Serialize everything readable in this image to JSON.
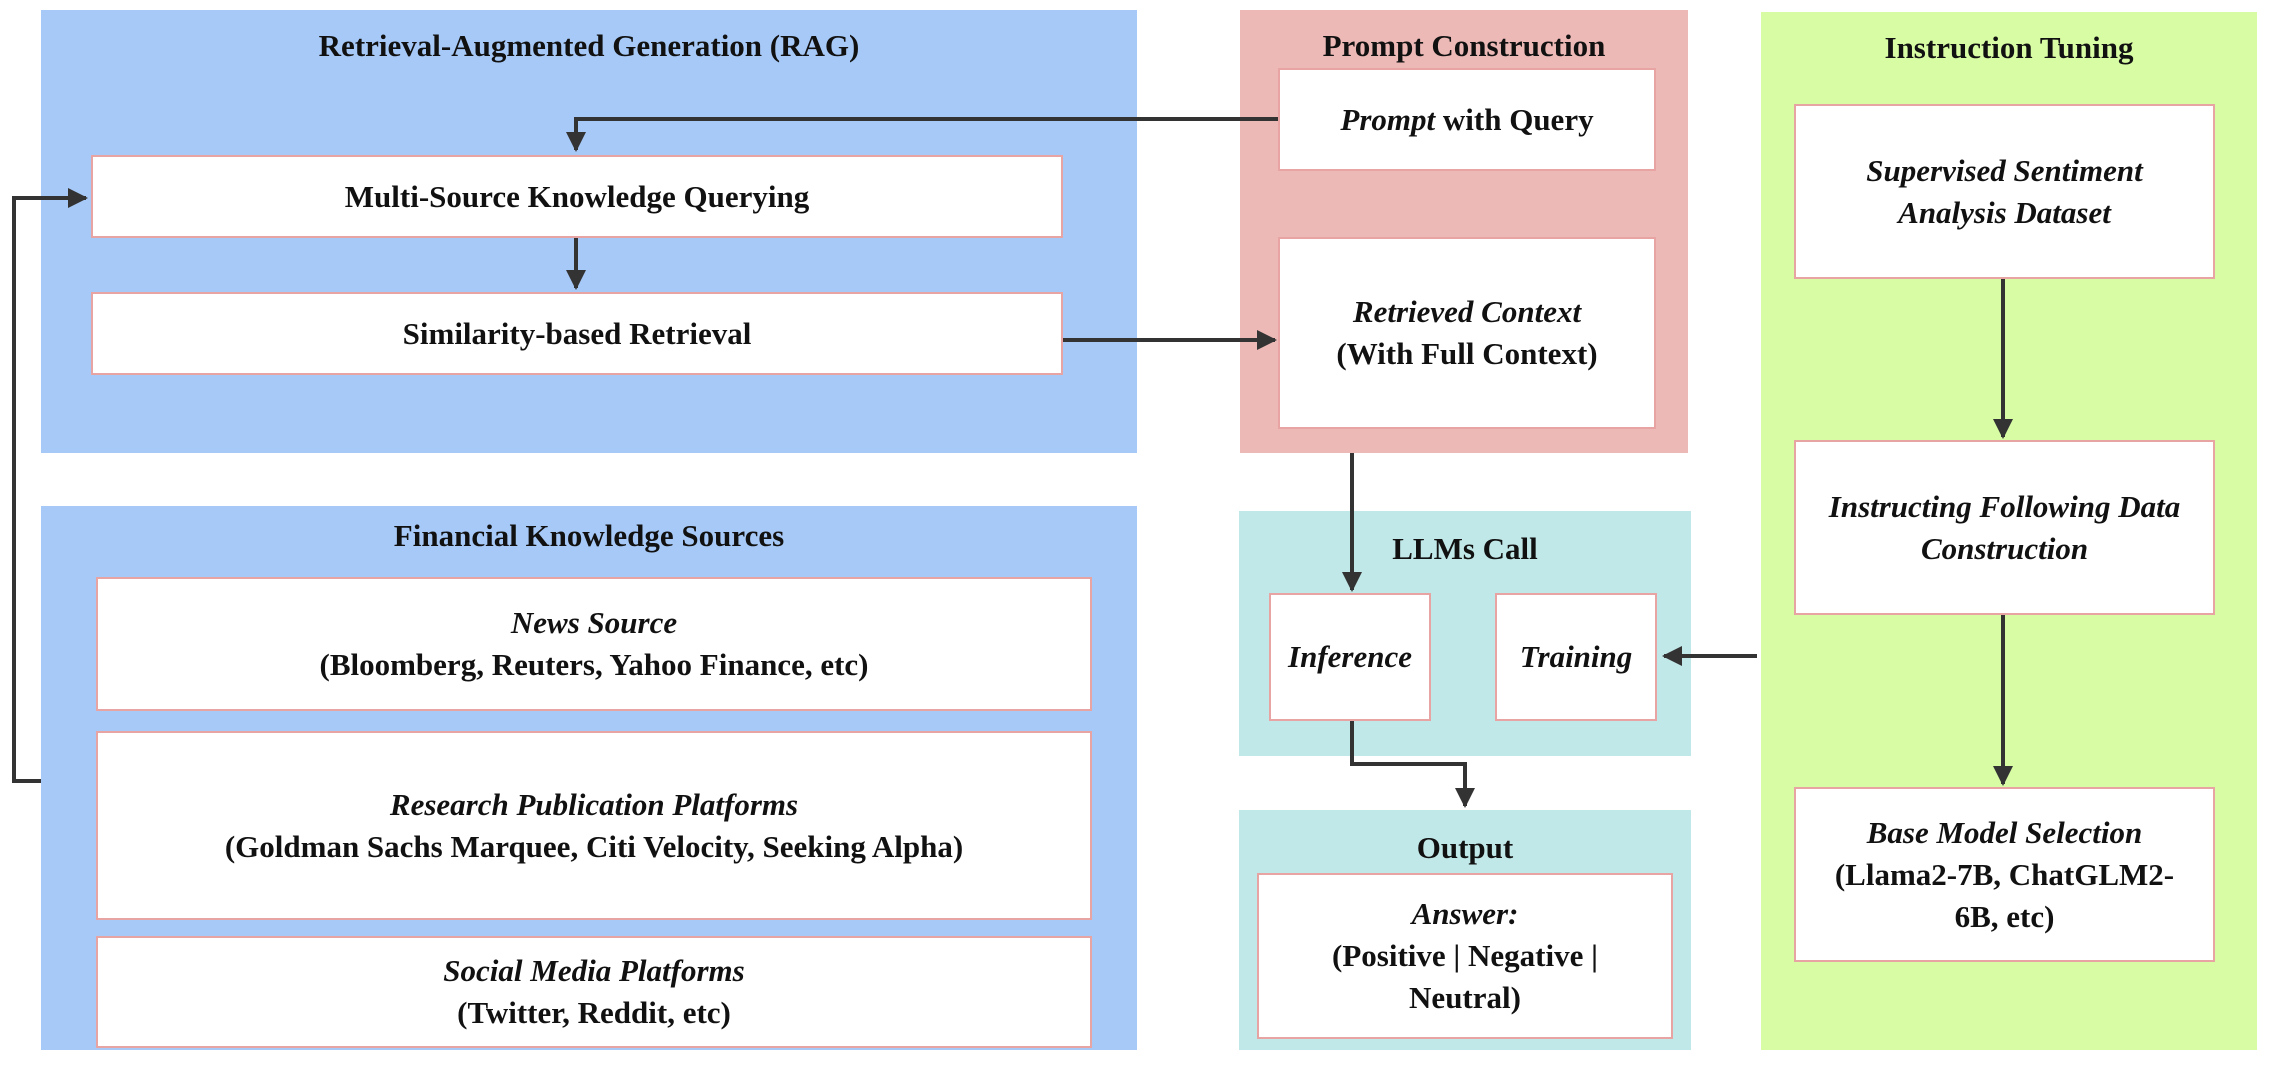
{
  "rag": {
    "title": "Retrieval-Augmented Generation (RAG)",
    "multi_source": "Multi-Source Knowledge Querying",
    "similarity": "Similarity-based Retrieval"
  },
  "sources": {
    "title": "Financial Knowledge Sources",
    "news_title": "News Source",
    "news_detail": "(Bloomberg, Reuters, Yahoo Finance, etc)",
    "research_title": "Research Publication Platforms",
    "research_detail": "(Goldman Sachs Marquee, Citi Velocity, Seeking Alpha)",
    "social_title": "Social Media Platforms",
    "social_detail": "(Twitter, Reddit, etc)"
  },
  "prompt": {
    "title": "Prompt Construction",
    "prompt_word": "Prompt",
    "with_query": " with Query",
    "retrieved_title": "Retrieved Context",
    "retrieved_detail": "(With Full Context)"
  },
  "llm": {
    "title": "LLMs Call",
    "inference": "Inference",
    "training": "Training"
  },
  "output": {
    "title": "Output",
    "answer_label": "Answer:",
    "answer_line1": "(Positive | Negative |",
    "answer_line2": "Neutral)"
  },
  "tuning": {
    "title": "Instruction Tuning",
    "dataset_line1": "Supervised Sentiment",
    "dataset_line2": "Analysis Dataset",
    "construct_line1": "Instructing Following Data",
    "construct_line2": "Construction",
    "base_title": "Base Model Selection",
    "base_line1": "(Llama2-7B, ChatGLM2-",
    "base_line2": "6B, etc)"
  },
  "colors": {
    "rag_panel": "#a7c9f7",
    "prompt_panel": "#ecb9b6",
    "llm_panel": "#c1e8e8",
    "tuning_panel": "#d8fca4",
    "box_border": "#e8a3a3",
    "arrow": "#333333"
  }
}
